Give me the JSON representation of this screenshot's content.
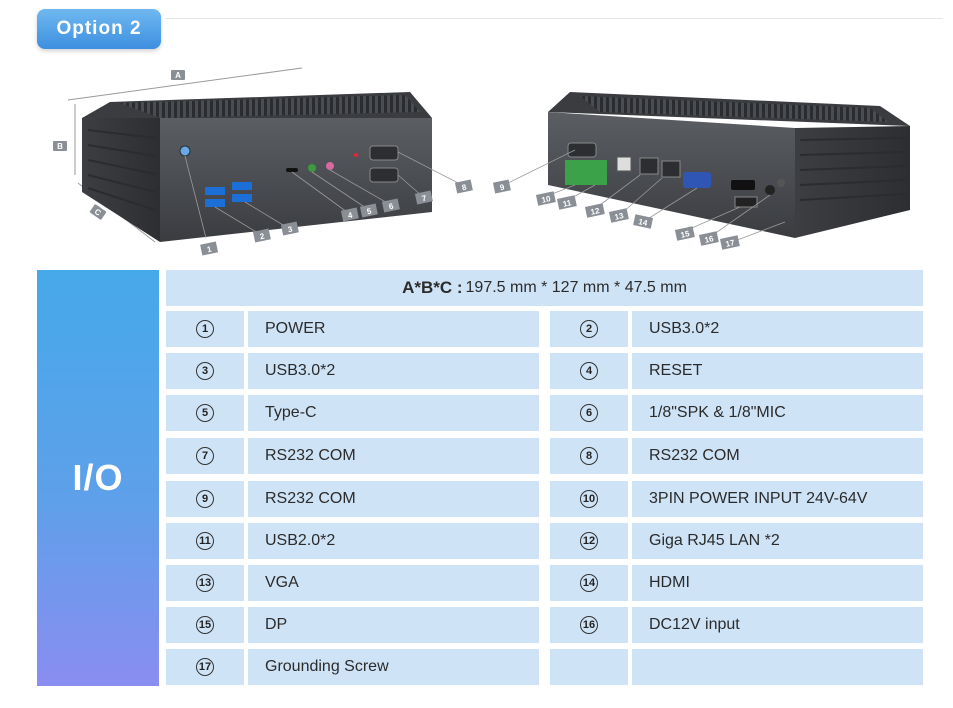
{
  "badge": {
    "label": "Option 2"
  },
  "device_labels": {
    "dims": [
      "A",
      "B",
      "C"
    ],
    "front_callouts": [
      "1",
      "2",
      "3",
      "4",
      "5",
      "6",
      "7",
      "8"
    ],
    "rear_callouts": [
      "9",
      "10",
      "11",
      "12",
      "13",
      "14",
      "15",
      "16",
      "17"
    ]
  },
  "table": {
    "section_label": "I/O",
    "dimensions": {
      "key": "A*B*C :",
      "value": "197.5 mm * 127 mm * 47.5 mm"
    },
    "rows": [
      {
        "left_num": "1",
        "left_label": "POWER",
        "right_num": "2",
        "right_label": "USB3.0*2"
      },
      {
        "left_num": "3",
        "left_label": "USB3.0*2",
        "right_num": "4",
        "right_label": "RESET"
      },
      {
        "left_num": "5",
        "left_label": "Type-C",
        "right_num": "6",
        "right_label": "1/8\"SPK & 1/8\"MIC"
      },
      {
        "left_num": "7",
        "left_label": "RS232 COM",
        "right_num": "8",
        "right_label": "RS232 COM"
      },
      {
        "left_num": "9",
        "left_label": "RS232 COM",
        "right_num": "10",
        "right_label": "3PIN POWER INPUT 24V-64V"
      },
      {
        "left_num": "11",
        "left_label": "USB2.0*2",
        "right_num": "12",
        "right_label": "Giga RJ45 LAN *2"
      },
      {
        "left_num": "13",
        "left_label": "VGA",
        "right_num": "14",
        "right_label": "HDMI"
      },
      {
        "left_num": "15",
        "left_label": "DP",
        "right_num": "16",
        "right_label": "DC12V input"
      },
      {
        "left_num": "17",
        "left_label": "Grounding Screw",
        "right_num": "",
        "right_label": ""
      }
    ]
  }
}
